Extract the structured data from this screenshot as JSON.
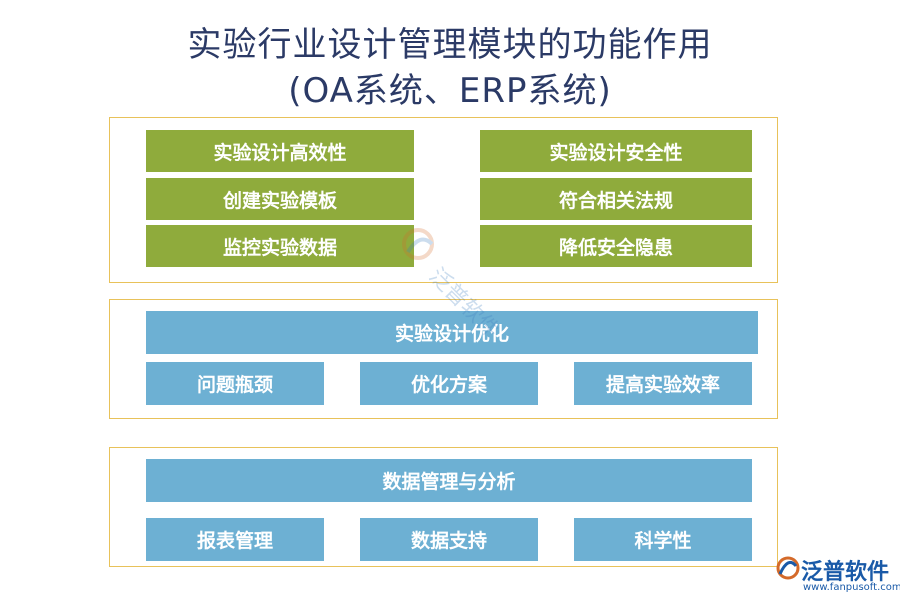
{
  "title": {
    "line1": "实验行业设计管理模块的功能作用",
    "line2": "(OA系统、ERP系统)"
  },
  "panels": {
    "top": {
      "left_items": [
        "实验设计高效性",
        "创建实验模板",
        "监控实验数据"
      ],
      "right_items": [
        "实验设计安全性",
        "符合相关法规",
        "降低安全隐患"
      ]
    },
    "middle": {
      "header": "实验设计优化",
      "items": [
        "问题瓶颈",
        "优化方案",
        "提高实验效率"
      ]
    },
    "bottom": {
      "header": "数据管理与分析",
      "items": [
        "报表管理",
        "数据支持",
        "科学性"
      ]
    }
  },
  "watermark": {
    "text": "泛普软件"
  },
  "logo": {
    "name": "泛普软件",
    "url": "www.fanpusoft.com"
  },
  "colors": {
    "green": "#8fab3c",
    "blue": "#6db0d3",
    "title": "#2b3a66",
    "panel_border": "#e8c25a",
    "brand": "#1a5aa8"
  }
}
